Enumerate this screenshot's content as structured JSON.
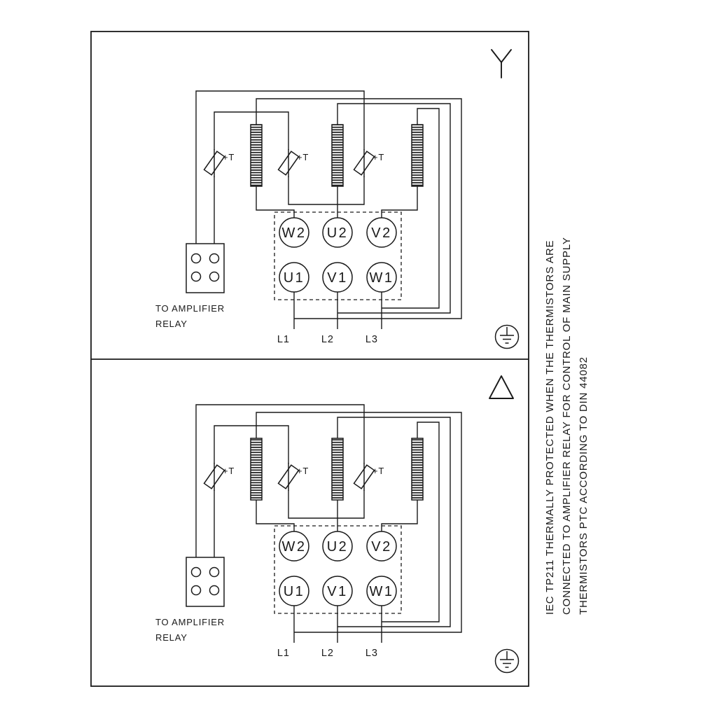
{
  "panels": [
    {
      "connection": "star",
      "terminals": {
        "top": [
          "W2",
          "U2",
          "V2"
        ],
        "bottom": [
          "U1",
          "V1",
          "W1"
        ]
      },
      "supply": [
        "L1",
        "L2",
        "L3"
      ],
      "thermistor_label": "+T",
      "relay_note": {
        "line1": "TO AMPLIFIER",
        "line2": "RELAY"
      }
    },
    {
      "connection": "delta",
      "terminals": {
        "top": [
          "W2",
          "U2",
          "V2"
        ],
        "bottom": [
          "U1",
          "V1",
          "W1"
        ]
      },
      "supply": [
        "L1",
        "L2",
        "L3"
      ],
      "thermistor_label": "+T",
      "relay_note": {
        "line1": "TO AMPLIFIER",
        "line2": "RELAY"
      }
    }
  ],
  "note": {
    "line1": "IEC TP211 THERMALLY PROTECTED WHEN THE THERMISTORS ARE",
    "line2": "CONNECTED TO AMPLIFIER RELAY FOR CONTROL OF MAIN SUPPLY",
    "line3": "THERMISTORS PTC ACCORDING TO DIN 44082"
  },
  "colors": {
    "ink": "#1a1a1a",
    "background": "#ffffff"
  }
}
